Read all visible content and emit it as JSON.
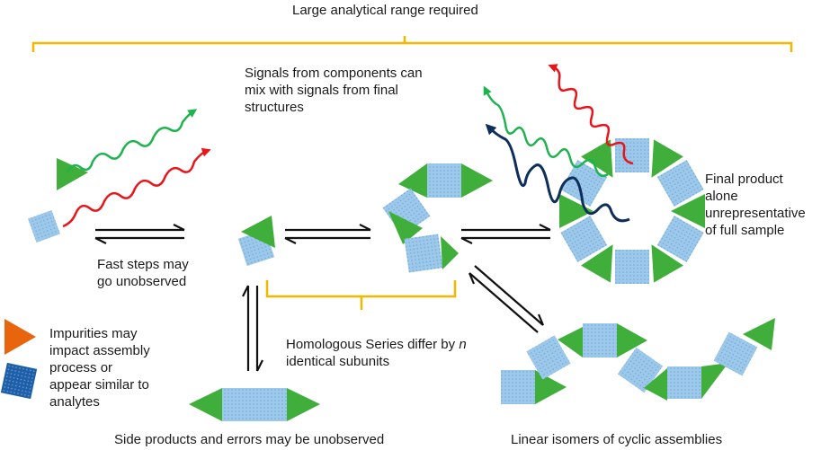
{
  "labels": {
    "top_range": "Large analytical range required",
    "signals_mix": "Signals from components can\nmix with signals from final\nstructures",
    "final_product": "Final product\nalone\nunrepresentative\nof full sample",
    "fast_steps": "Fast steps may\ngo unobserved",
    "homologous_prefix": "Homologous Series differ by ",
    "homologous_n": "n",
    "homologous_suffix": "identical subunits",
    "impurities": "Impurities may\nimpact assembly\nprocess or\nappear similar to\nanalytes",
    "side_products": "Side products and errors may be unobserved",
    "linear_isomers": "Linear isomers of cyclic assemblies"
  },
  "colors": {
    "tile_blue": "#9cc9eb",
    "tile_green": "#3fae3a",
    "bracket": "#f2b800",
    "wave_green": "#1db34e",
    "wave_red": "#e8151a",
    "wave_navy": "#0e2e5c",
    "impurity_orange": "#e8650d",
    "impurity_blue": "#1f5fa8",
    "arrow": "#111111"
  }
}
